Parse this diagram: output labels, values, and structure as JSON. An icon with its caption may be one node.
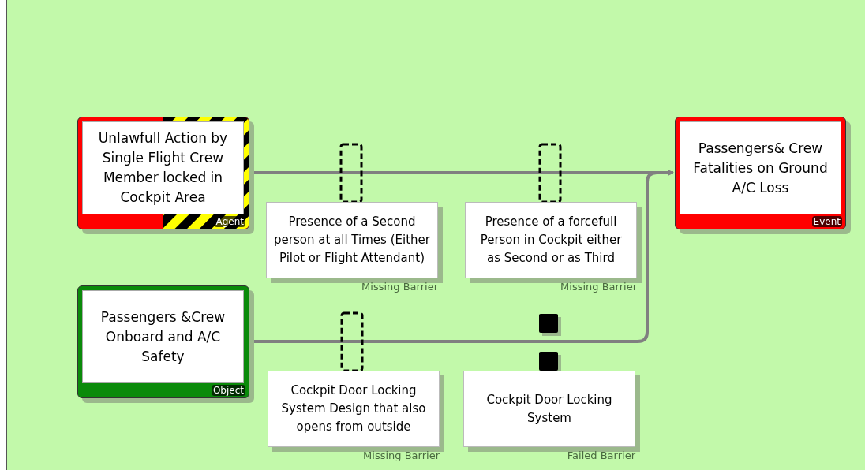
{
  "diagram": {
    "nodes": [
      {
        "text": [
          "Unlawfull Action by Single Flight Crew Member locked in Cockpit Area",
          "Agent"
        ]
      },
      {
        "text": [
          "Passengers& Crew Fatalities on Ground A/C Loss",
          "Event"
        ]
      },
      {
        "text": [
          "Passengers &Crew Onboard and A/C Safety",
          "Object"
        ]
      },
      {
        "text": [
          "Presence of a Second person at all Times (Either Pilot or  Flight Attendant)"
        ],
        "beside": [
          "Missing Barrier"
        ]
      },
      {
        "text": [
          "Presence of a forcefull Person in Cockpit either as Second or as Third"
        ],
        "beside": [
          "Missing Barrier"
        ]
      },
      {
        "text": [
          "Cockpit Door Locking System Design that also opens from outside"
        ],
        "beside": [
          "Missing Barrier"
        ]
      },
      {
        "text": [
          "Cockpit Door Locking System"
        ],
        "beside": [
          "Failed Barrier"
        ]
      }
    ],
    "edges": [
      {
        "from": 0,
        "to": 1,
        "arrow": "to"
      },
      {
        "from": 2,
        "to": 1,
        "arrow": "to"
      }
    ]
  }
}
